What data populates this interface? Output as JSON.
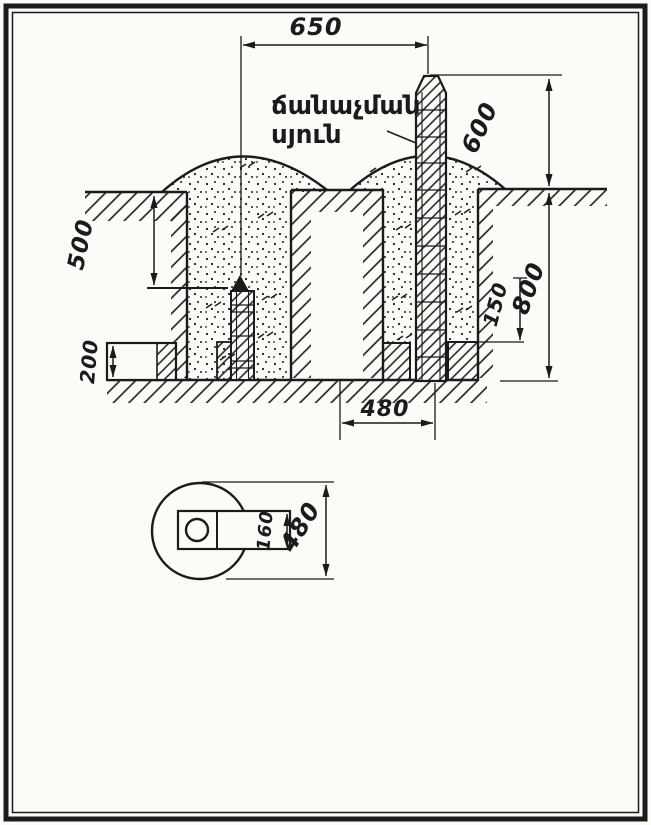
{
  "drawing": {
    "callout": {
      "line1": "ճանաչման",
      "line2": "սյուն"
    },
    "section": {
      "span_650": "650",
      "height_600": "600",
      "depth_500": "500",
      "depth_800": "800",
      "anchor_150": "150",
      "step_200": "200",
      "width_480": "480"
    },
    "plan": {
      "width_160": "160",
      "diameter_480": "480"
    },
    "colors": {
      "ink": "#1b1b1b",
      "paper": "#fcfbf7"
    }
  }
}
